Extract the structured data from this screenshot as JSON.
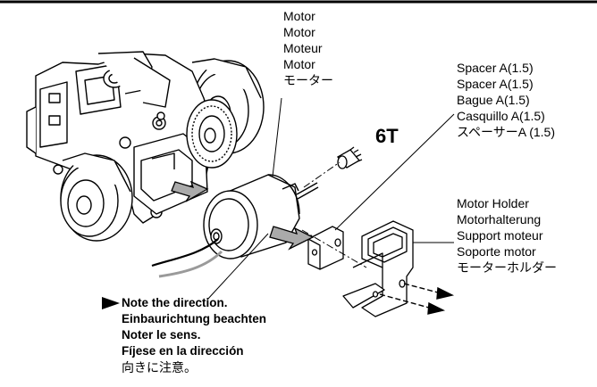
{
  "motor_label": {
    "lines": [
      "Motor",
      "Motor",
      "Moteur",
      "Motor",
      "モーター"
    ]
  },
  "spacer_label": {
    "lines": [
      "Spacer A(1.5)",
      "Spacer A(1.5)",
      "Bague  A(1.5)",
      "Casquillo A(1.5)",
      "スペーサーA (1.5)"
    ]
  },
  "pinion_label": "6T",
  "holder_label": {
    "lines": [
      "Motor Holder",
      "Motorhalterung",
      "Support moteur",
      "Soporte motor",
      "モーターホルダー"
    ]
  },
  "note_label": {
    "lines": [
      "Note the direction.",
      "Einbaurichtung beachten",
      "Noter le sens.",
      "Fíjese en la dirección",
      "向きに注意。"
    ]
  },
  "colors": {
    "ink": "#000000",
    "wire_grey": "#9a9a9a",
    "background": "#ffffff"
  }
}
